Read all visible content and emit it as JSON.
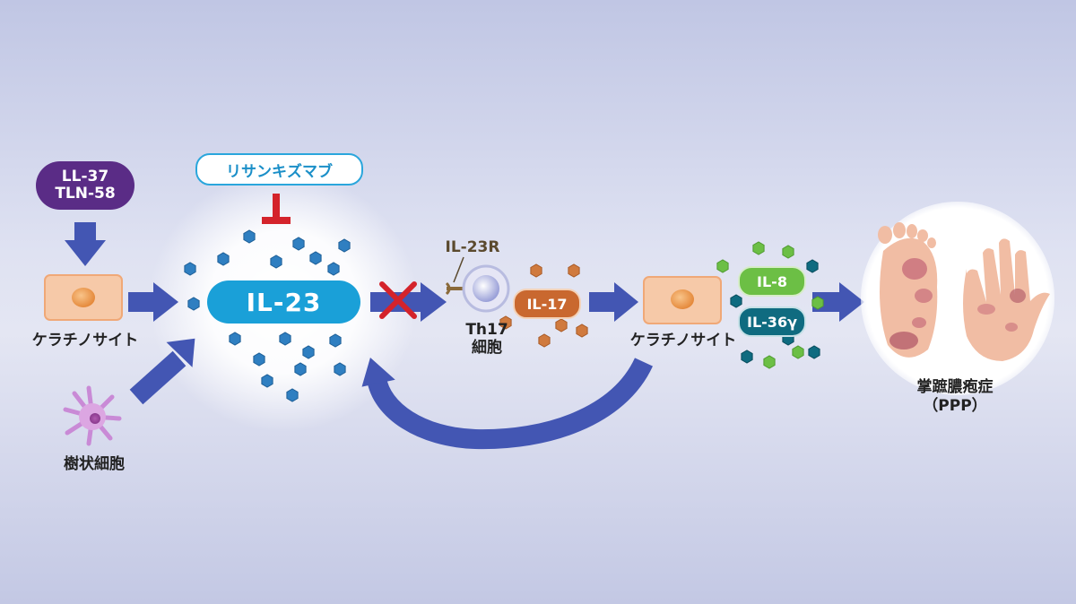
{
  "stimuli": {
    "line1": "LL-37",
    "line2": "TLN-58"
  },
  "drug": {
    "label": "リサンキズマブ"
  },
  "il23": {
    "label": "IL-23"
  },
  "keratinocyte_left": {
    "label": "ケラチノサイト"
  },
  "dendritic_cell": {
    "label": "樹状細胞"
  },
  "receptor": {
    "label": "IL-23R"
  },
  "th17": {
    "line1": "Th17",
    "line2": "細胞"
  },
  "il17": {
    "label": "IL-17"
  },
  "keratinocyte_right": {
    "label": "ケラチノサイト"
  },
  "il8": {
    "label": "IL-8"
  },
  "il36": {
    "label": "IL-36γ"
  },
  "disease": {
    "line1": "掌蹠膿疱症",
    "line2": "（PPP）"
  },
  "colors": {
    "arrow": "#4356b3",
    "il23": "#1aa0d8",
    "stimuli": "#5a2c86",
    "il17": "#c9682f",
    "il8": "#6cbf45",
    "il36": "#0f6b80",
    "block": "#d4232b",
    "drug_border": "#2aa6dc"
  }
}
